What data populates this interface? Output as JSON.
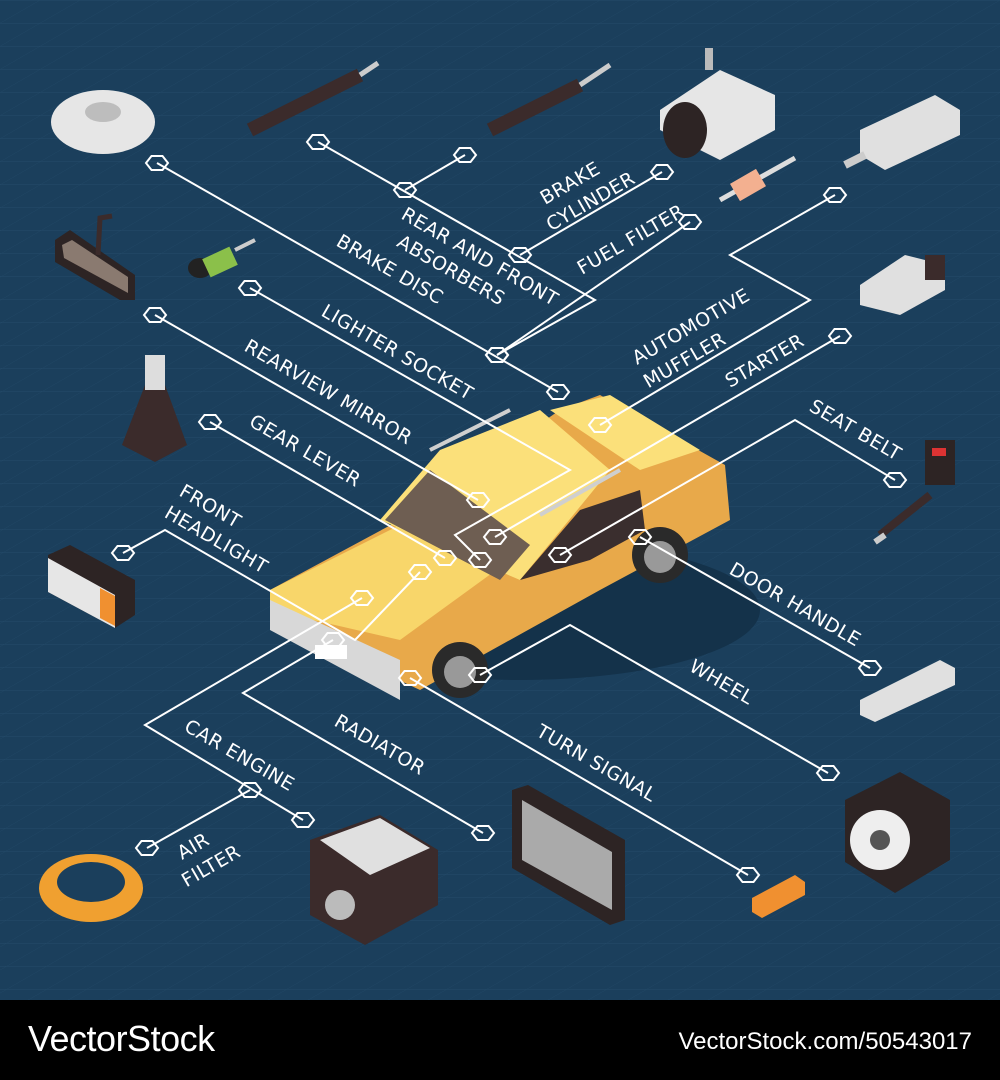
{
  "colors": {
    "background": "#1b3f5c",
    "grid": "#2a5373",
    "car_body": "#f6c85a",
    "line": "#ffffff"
  },
  "labels": {
    "brake_cylinder": [
      "BRAKE",
      "CYLINDER"
    ],
    "absorbers": [
      "REAR AND FRONT",
      "ABSORBERS"
    ],
    "fuel_filter": "FUEL FILTER",
    "brake_disc": "BRAKE DISC",
    "lighter_socket": "LIGHTER SOCKET",
    "muffler": [
      "AUTOMOTIVE",
      "MUFFLER"
    ],
    "starter": "STARTER",
    "rearview_mirror": "REARVIEW MIRROR",
    "gear_lever": "GEAR LEVER",
    "seat_belt": "SEAT BELT",
    "front_headlight": [
      "FRONT",
      "HEADLIGHT"
    ],
    "door_handle": "DOOR HANDLE",
    "wheel": "WHEEL",
    "radiator": "RADIATOR",
    "turn_signal": "TURN SIGNAL",
    "car_engine": "CAR ENGINE",
    "air_filter": [
      "AIR",
      "FILTER"
    ]
  },
  "footer": {
    "brand": "VectorStock",
    "id": "VectorStock.com/50543017"
  }
}
